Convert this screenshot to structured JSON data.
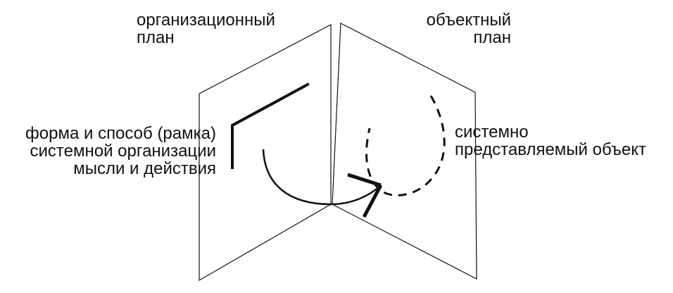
{
  "labels": {
    "organizational_plane": {
      "line1": "организационный",
      "line2": "план"
    },
    "object_plane": {
      "line1": "объектный",
      "line2": "план"
    },
    "frame_description": {
      "line1": "форма и способ (рамка)",
      "line2": "системной организации",
      "line3": "мысли и действия"
    },
    "object_description": {
      "line1": "системно",
      "line2": "представляемый объект"
    }
  },
  "colors": {
    "stroke": "#111111",
    "background": "#ffffff"
  }
}
